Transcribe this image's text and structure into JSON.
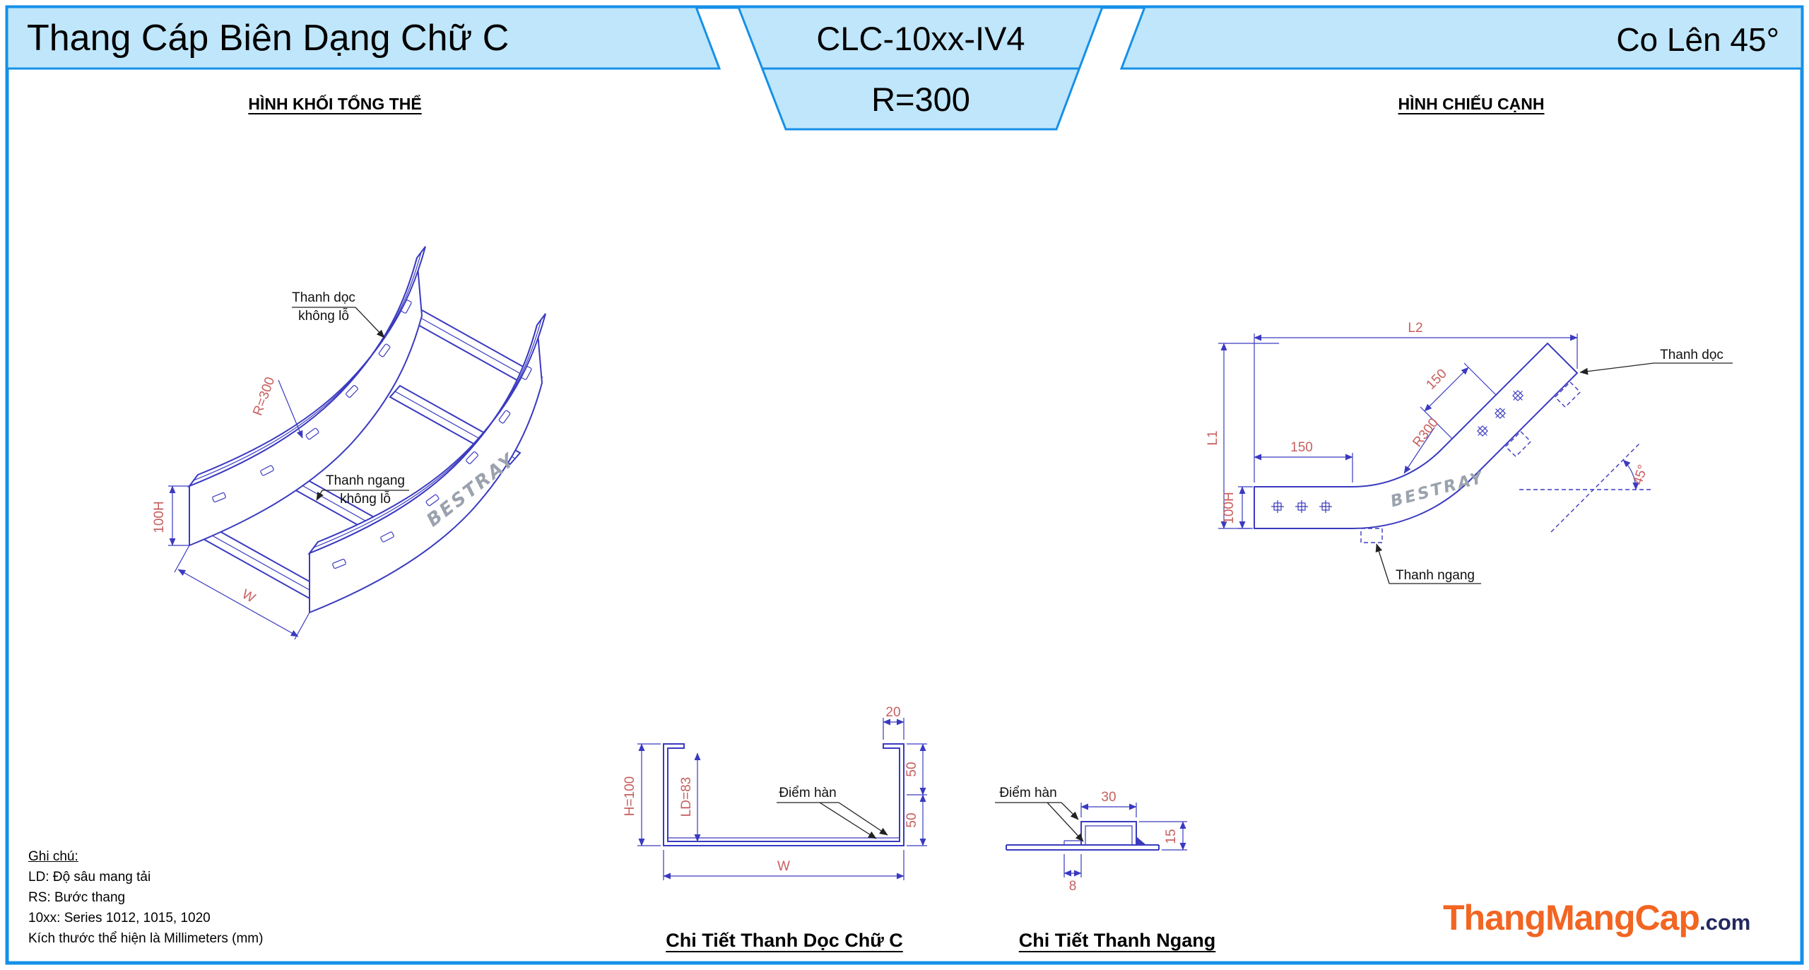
{
  "header": {
    "title": "Thang Cáp Biên Dạng Chữ C",
    "model": "CLC-10xx-IV4",
    "radius": "R=300",
    "variant": "Co Lên 45°"
  },
  "overall_view": {
    "heading": "HÌNH KHỐI TỔNG THỂ",
    "label_rail_line1": "Thanh dọc",
    "label_rail_line2": "không lỗ",
    "label_rung_line1": "Thanh ngang",
    "label_rung_line2": "không lỗ",
    "dim_radius": "R=300",
    "dim_height": "100H",
    "dim_width": "W",
    "watermark": "BESTRAY"
  },
  "side_view": {
    "heading": "HÌNH CHIẾU CẠNH",
    "dim_l2": "L2",
    "dim_l1": "L1",
    "dim_150_flat": "150",
    "dim_150_slope": "150",
    "dim_r300": "R300",
    "dim_height": "100H",
    "dim_angle": "45°",
    "label_rail": "Thanh dọc",
    "label_rung": "Thanh ngang",
    "watermark": "BESTRAY"
  },
  "c_detail": {
    "heading": "Chi Tiết Thanh Dọc Chữ C",
    "dim_lip": "20",
    "dim_h": "H=100",
    "dim_ld": "LD=83",
    "dim_50_top": "50",
    "dim_50_bottom": "50",
    "dim_w": "W",
    "label_weld": "Điểm hàn"
  },
  "rung_detail": {
    "heading": "Chi Tiết Thanh Ngang",
    "dim_30": "30",
    "dim_15": "15",
    "dim_8": "8",
    "label_weld": "Điểm hàn"
  },
  "notes": {
    "heading": "Ghi chú:",
    "lines": [
      "LD: Độ sâu mang tải",
      "RS: Bước thang",
      "10xx: Series 1012, 1015, 1020",
      "Kích thước thể hiện là Millimeters (mm)"
    ]
  },
  "logo": {
    "name": "ThangMangCap",
    "tld": ".com"
  },
  "colors": {
    "frame_blue": "#1690e8",
    "header_fill": "#bfe6fa",
    "drawing_blue": "#3a3ac0",
    "dimension_red": "#c75f5f",
    "watermark_gray": "#9aa2ad",
    "logo_orange": "#f26522",
    "logo_dark": "#23285f"
  }
}
